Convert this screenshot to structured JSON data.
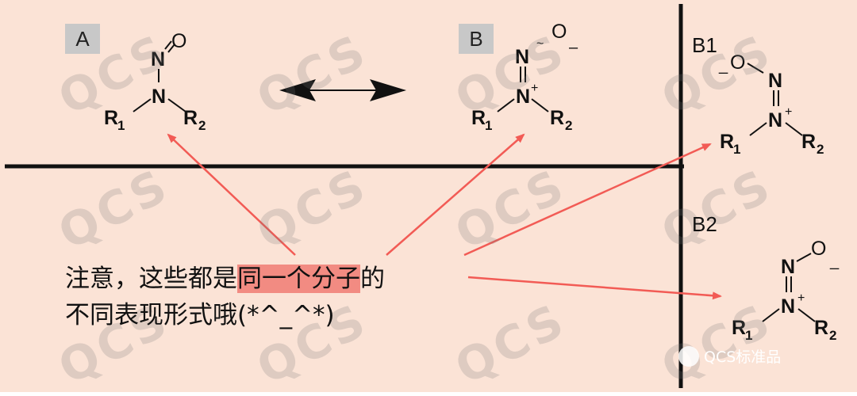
{
  "labels": {
    "a": "A",
    "b": "B",
    "b1": "B1",
    "b2": "B2"
  },
  "atoms": {
    "nitrogen": "N",
    "oxygen": "O",
    "r1": "R",
    "r1_sub": "1",
    "r2": "R",
    "r2_sub": "2",
    "plus": "+",
    "minus": "_",
    "minus_b": "–",
    "tilde": "~"
  },
  "note": {
    "line1_pre": "注意，这些都是",
    "line1_highlight": "同一个分子",
    "line1_post": "的",
    "line2": "不同表现形式哦(*^_^*)"
  },
  "watermark": "QCS",
  "brand": {
    "text": "QCS标准品"
  },
  "colors": {
    "background": "#fbe3d6",
    "highlight": "#f28b82",
    "arrow_red": "#f25b55",
    "line": "#111111",
    "label_box": "#c8c8c8"
  }
}
